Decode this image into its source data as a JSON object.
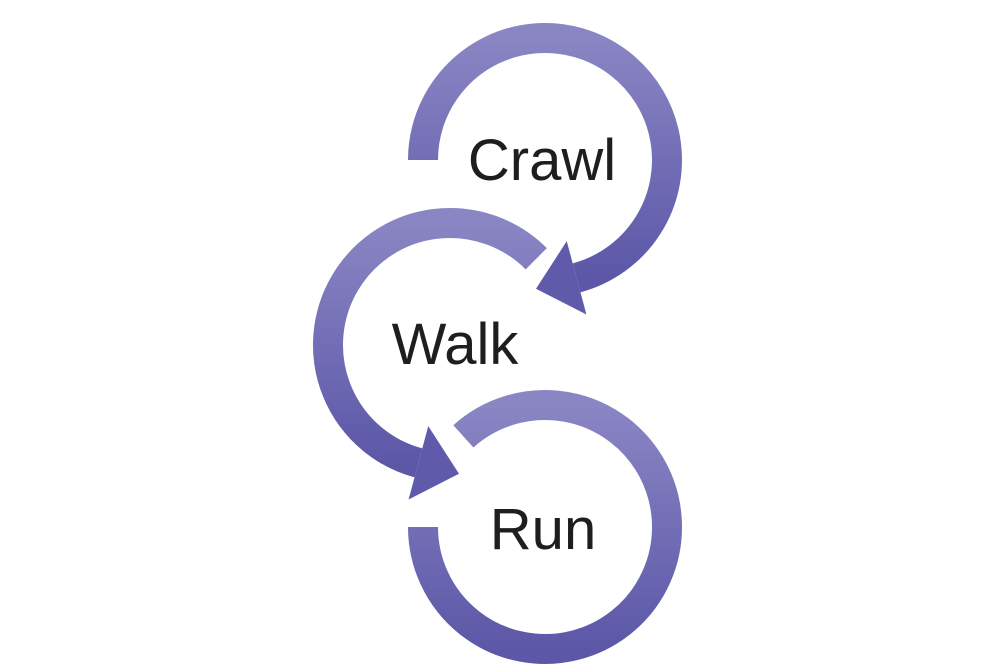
{
  "diagram": {
    "stages": [
      {
        "label": "Crawl"
      },
      {
        "label": "Walk"
      },
      {
        "label": "Run"
      }
    ],
    "colors": {
      "arrow_light": "#8a86c4",
      "arrow_dark": "#5c57a7",
      "text": "#1e1e1e"
    }
  }
}
